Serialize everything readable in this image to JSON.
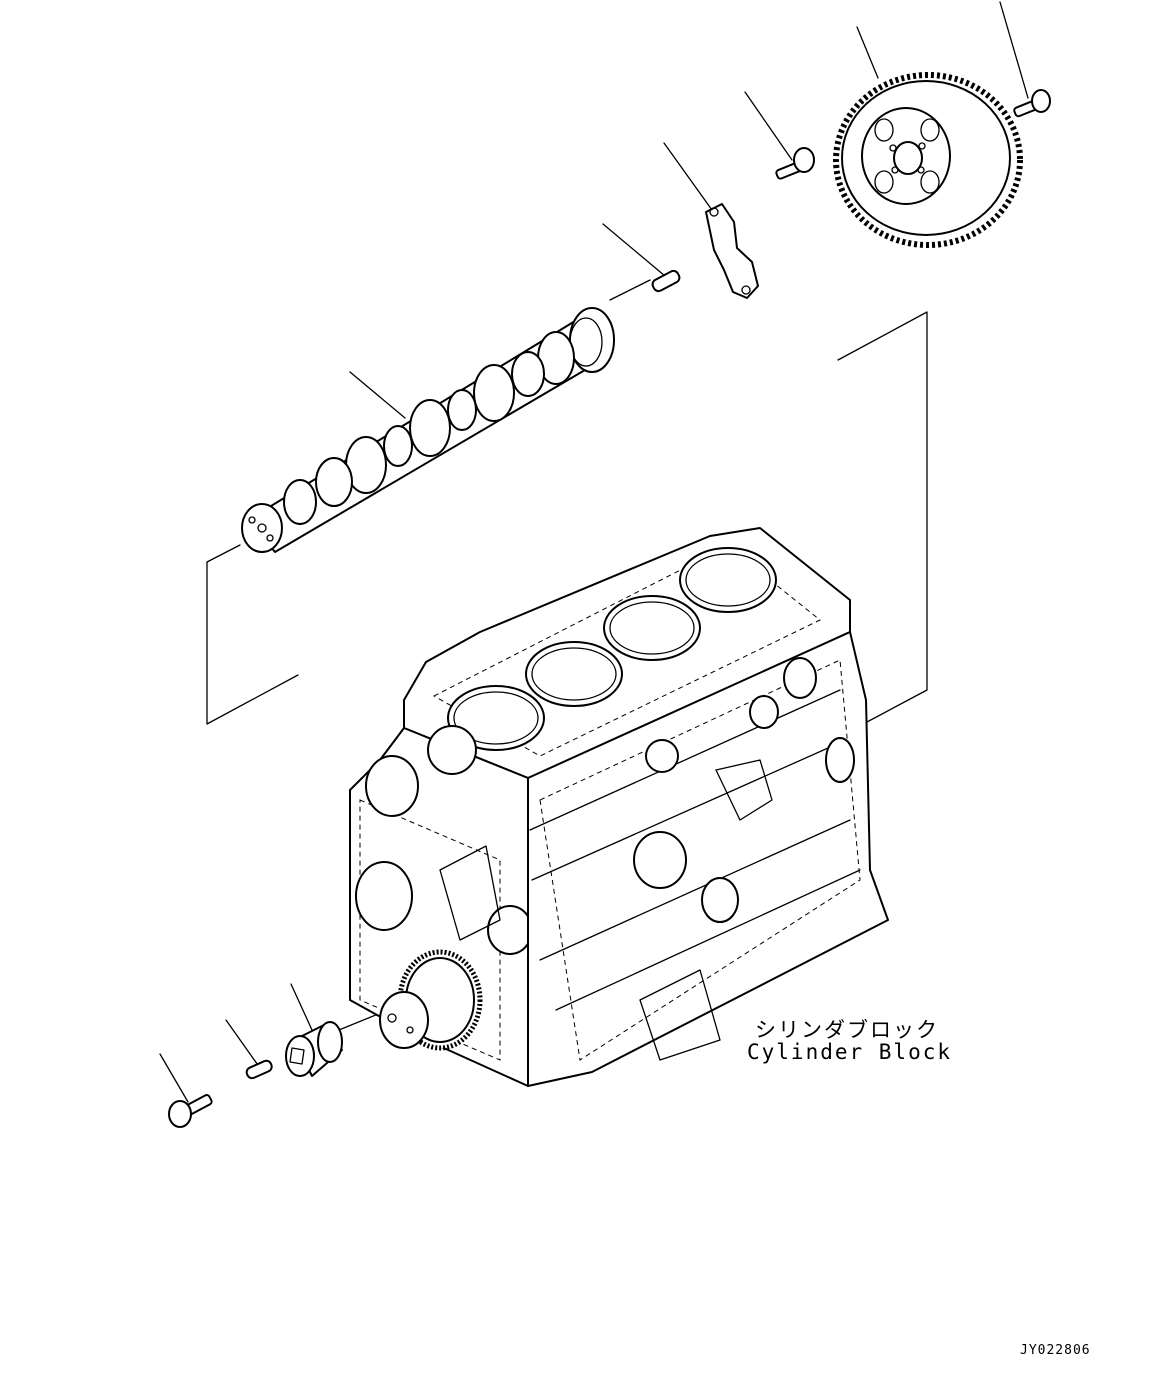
{
  "diagram": {
    "block_label_jp": "シリンダブロック",
    "block_label_en": "Cylinder Block",
    "drawing_id": "JY022806"
  }
}
